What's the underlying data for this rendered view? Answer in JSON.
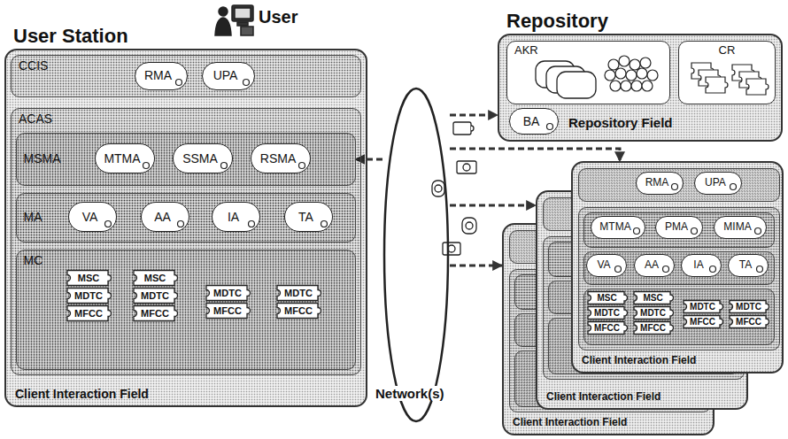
{
  "diagram": {
    "nodes": [
      {
        "text": [
          "User Station",
          "Client Interaction Field"
        ]
      },
      {
        "text": [
          "CCIS"
        ],
        "in": 0
      },
      {
        "text": [
          "RMA"
        ],
        "in": 1
      },
      {
        "text": [
          "UPA"
        ],
        "in": 1
      },
      {
        "text": [
          "ACAS"
        ],
        "in": 0
      },
      {
        "text": [
          "MSMA"
        ],
        "in": 4
      },
      {
        "text": [
          "MTMA"
        ],
        "in": 5
      },
      {
        "text": [
          "SSMA"
        ],
        "in": 5
      },
      {
        "text": [
          "RSMA"
        ],
        "in": 5
      },
      {
        "text": [
          "MA"
        ],
        "in": 4
      },
      {
        "text": [
          "VA"
        ],
        "in": 9
      },
      {
        "text": [
          "AA"
        ],
        "in": 9
      },
      {
        "text": [
          "IA"
        ],
        "in": 9
      },
      {
        "text": [
          "TA"
        ],
        "in": 9
      },
      {
        "text": [
          "MC"
        ],
        "in": 4
      },
      {
        "text": [
          "MSC"
        ],
        "in": 14
      },
      {
        "text": [
          "MDTC"
        ],
        "in": 14
      },
      {
        "text": [
          "MFCC"
        ],
        "in": 14
      },
      {
        "text": [
          "MSC"
        ],
        "in": 14
      },
      {
        "text": [
          "MDTC"
        ],
        "in": 14
      },
      {
        "text": [
          "MFCC"
        ],
        "in": 14
      },
      {
        "text": [
          "MDTC"
        ],
        "in": 14
      },
      {
        "text": [
          "MFCC"
        ],
        "in": 14
      },
      {
        "text": [
          "MDTC"
        ],
        "in": 14
      },
      {
        "text": [
          "MFCC"
        ],
        "in": 14
      },
      {
        "text": [
          "Repository",
          "Repository Field"
        ]
      },
      {
        "text": [
          "AKR"
        ],
        "in": 25
      },
      {
        "text": [
          "CR"
        ],
        "in": 25
      },
      {
        "text": [
          "BA"
        ],
        "in": 25
      },
      {
        "text": [
          "Network(s)"
        ]
      },
      {
        "text": [
          "Client Interaction Field"
        ]
      },
      {
        "text": [
          "RMA"
        ],
        "in": 30
      },
      {
        "text": [
          "UPA"
        ],
        "in": 30
      },
      {
        "text": [
          "MTMA"
        ],
        "in": 30
      },
      {
        "text": [
          "PMA"
        ],
        "in": 30
      },
      {
        "text": [
          "MIMA"
        ],
        "in": 30
      },
      {
        "text": [
          "VA"
        ],
        "in": 30
      },
      {
        "text": [
          "AA"
        ],
        "in": 30
      },
      {
        "text": [
          "IA"
        ],
        "in": 30
      },
      {
        "text": [
          "TA"
        ],
        "in": 30
      },
      {
        "text": [
          "MSC"
        ],
        "in": 30
      },
      {
        "text": [
          "MDTC"
        ],
        "in": 30
      },
      {
        "text": [
          "MFCC"
        ],
        "in": 30
      },
      {
        "text": [
          "MSC"
        ],
        "in": 30
      },
      {
        "text": [
          "MDTC"
        ],
        "in": 30
      },
      {
        "text": [
          "MFCC"
        ],
        "in": 30
      },
      {
        "text": [
          "MDTC"
        ],
        "in": 30
      },
      {
        "text": [
          "MFCC"
        ],
        "in": 30
      },
      {
        "text": [
          "MDTC"
        ],
        "in": 30
      },
      {
        "text": [
          "MFCC"
        ],
        "in": 30
      },
      {
        "text": [
          "Client Interaction Field"
        ]
      },
      {
        "text": [
          "Client Interaction Field"
        ]
      }
    ],
    "edges": [
      {
        "from": 29,
        "to": 5,
        "arrow": "to"
      },
      {
        "from": 29,
        "to": 25,
        "arrow": "to"
      },
      {
        "from": 29,
        "to": 30,
        "arrow": "to"
      },
      {
        "from": 29,
        "to": 50,
        "arrow": "to"
      },
      {
        "from": 29,
        "to": 51,
        "arrow": "to"
      }
    ],
    "labels": [
      "User"
    ]
  }
}
